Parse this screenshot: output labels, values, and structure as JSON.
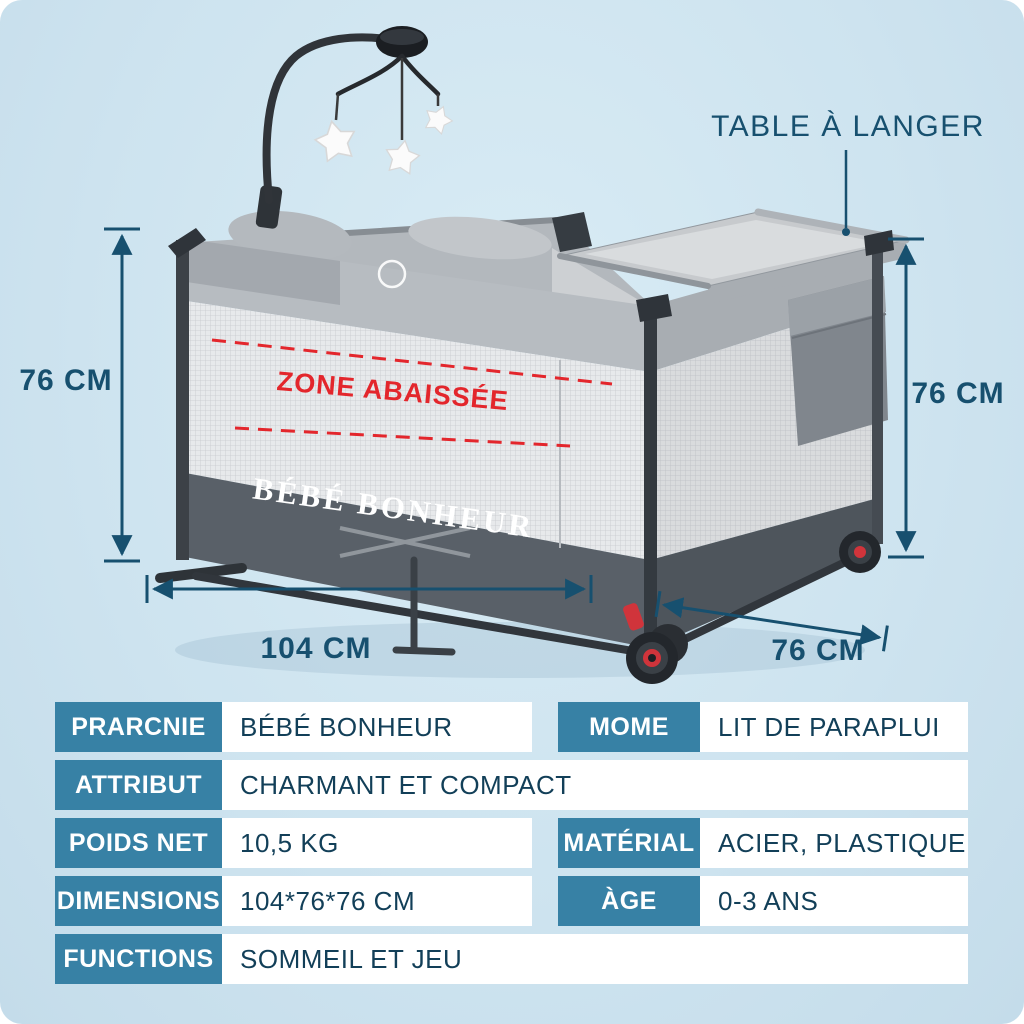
{
  "colors": {
    "background": "#cde3ef",
    "accent_teal": "#3781a5",
    "text_navy": "#17506f",
    "alert_red": "#e3262c",
    "crib_gray_dark": "#596068",
    "crib_gray_light": "#c7cacd"
  },
  "annotations": {
    "changing_table": "TABLE À LANGER",
    "height_left": "76 CM",
    "height_right": "76 CM",
    "length": "104 CM",
    "depth": "76 CM",
    "lowered_zone": "ZONE ABAISSÉE",
    "brand": "BÉBÉ BONHEUR"
  },
  "spec_table": {
    "rows": [
      {
        "label1": "PRARCNIE",
        "value1": "BÉBÉ BONHEUR",
        "label2": "MOME",
        "value2": "LIT DE PARAPLUI"
      },
      {
        "label1": "ATTRIBUT",
        "value1": "CHARMANT ET COMPACT"
      },
      {
        "label1": "POIDS NET",
        "value1": "10,5 KG",
        "label2": "MATÉRIAL",
        "value2": "ACIER, PLASTIQUE"
      },
      {
        "label1": "DIMENSIONS",
        "value1": "104*76*76 CM",
        "label2": "ÀGE",
        "value2": "0-3 ANS"
      },
      {
        "label1": "FUNCTIONS",
        "value1": "SOMMEIL ET JEU"
      }
    ]
  }
}
